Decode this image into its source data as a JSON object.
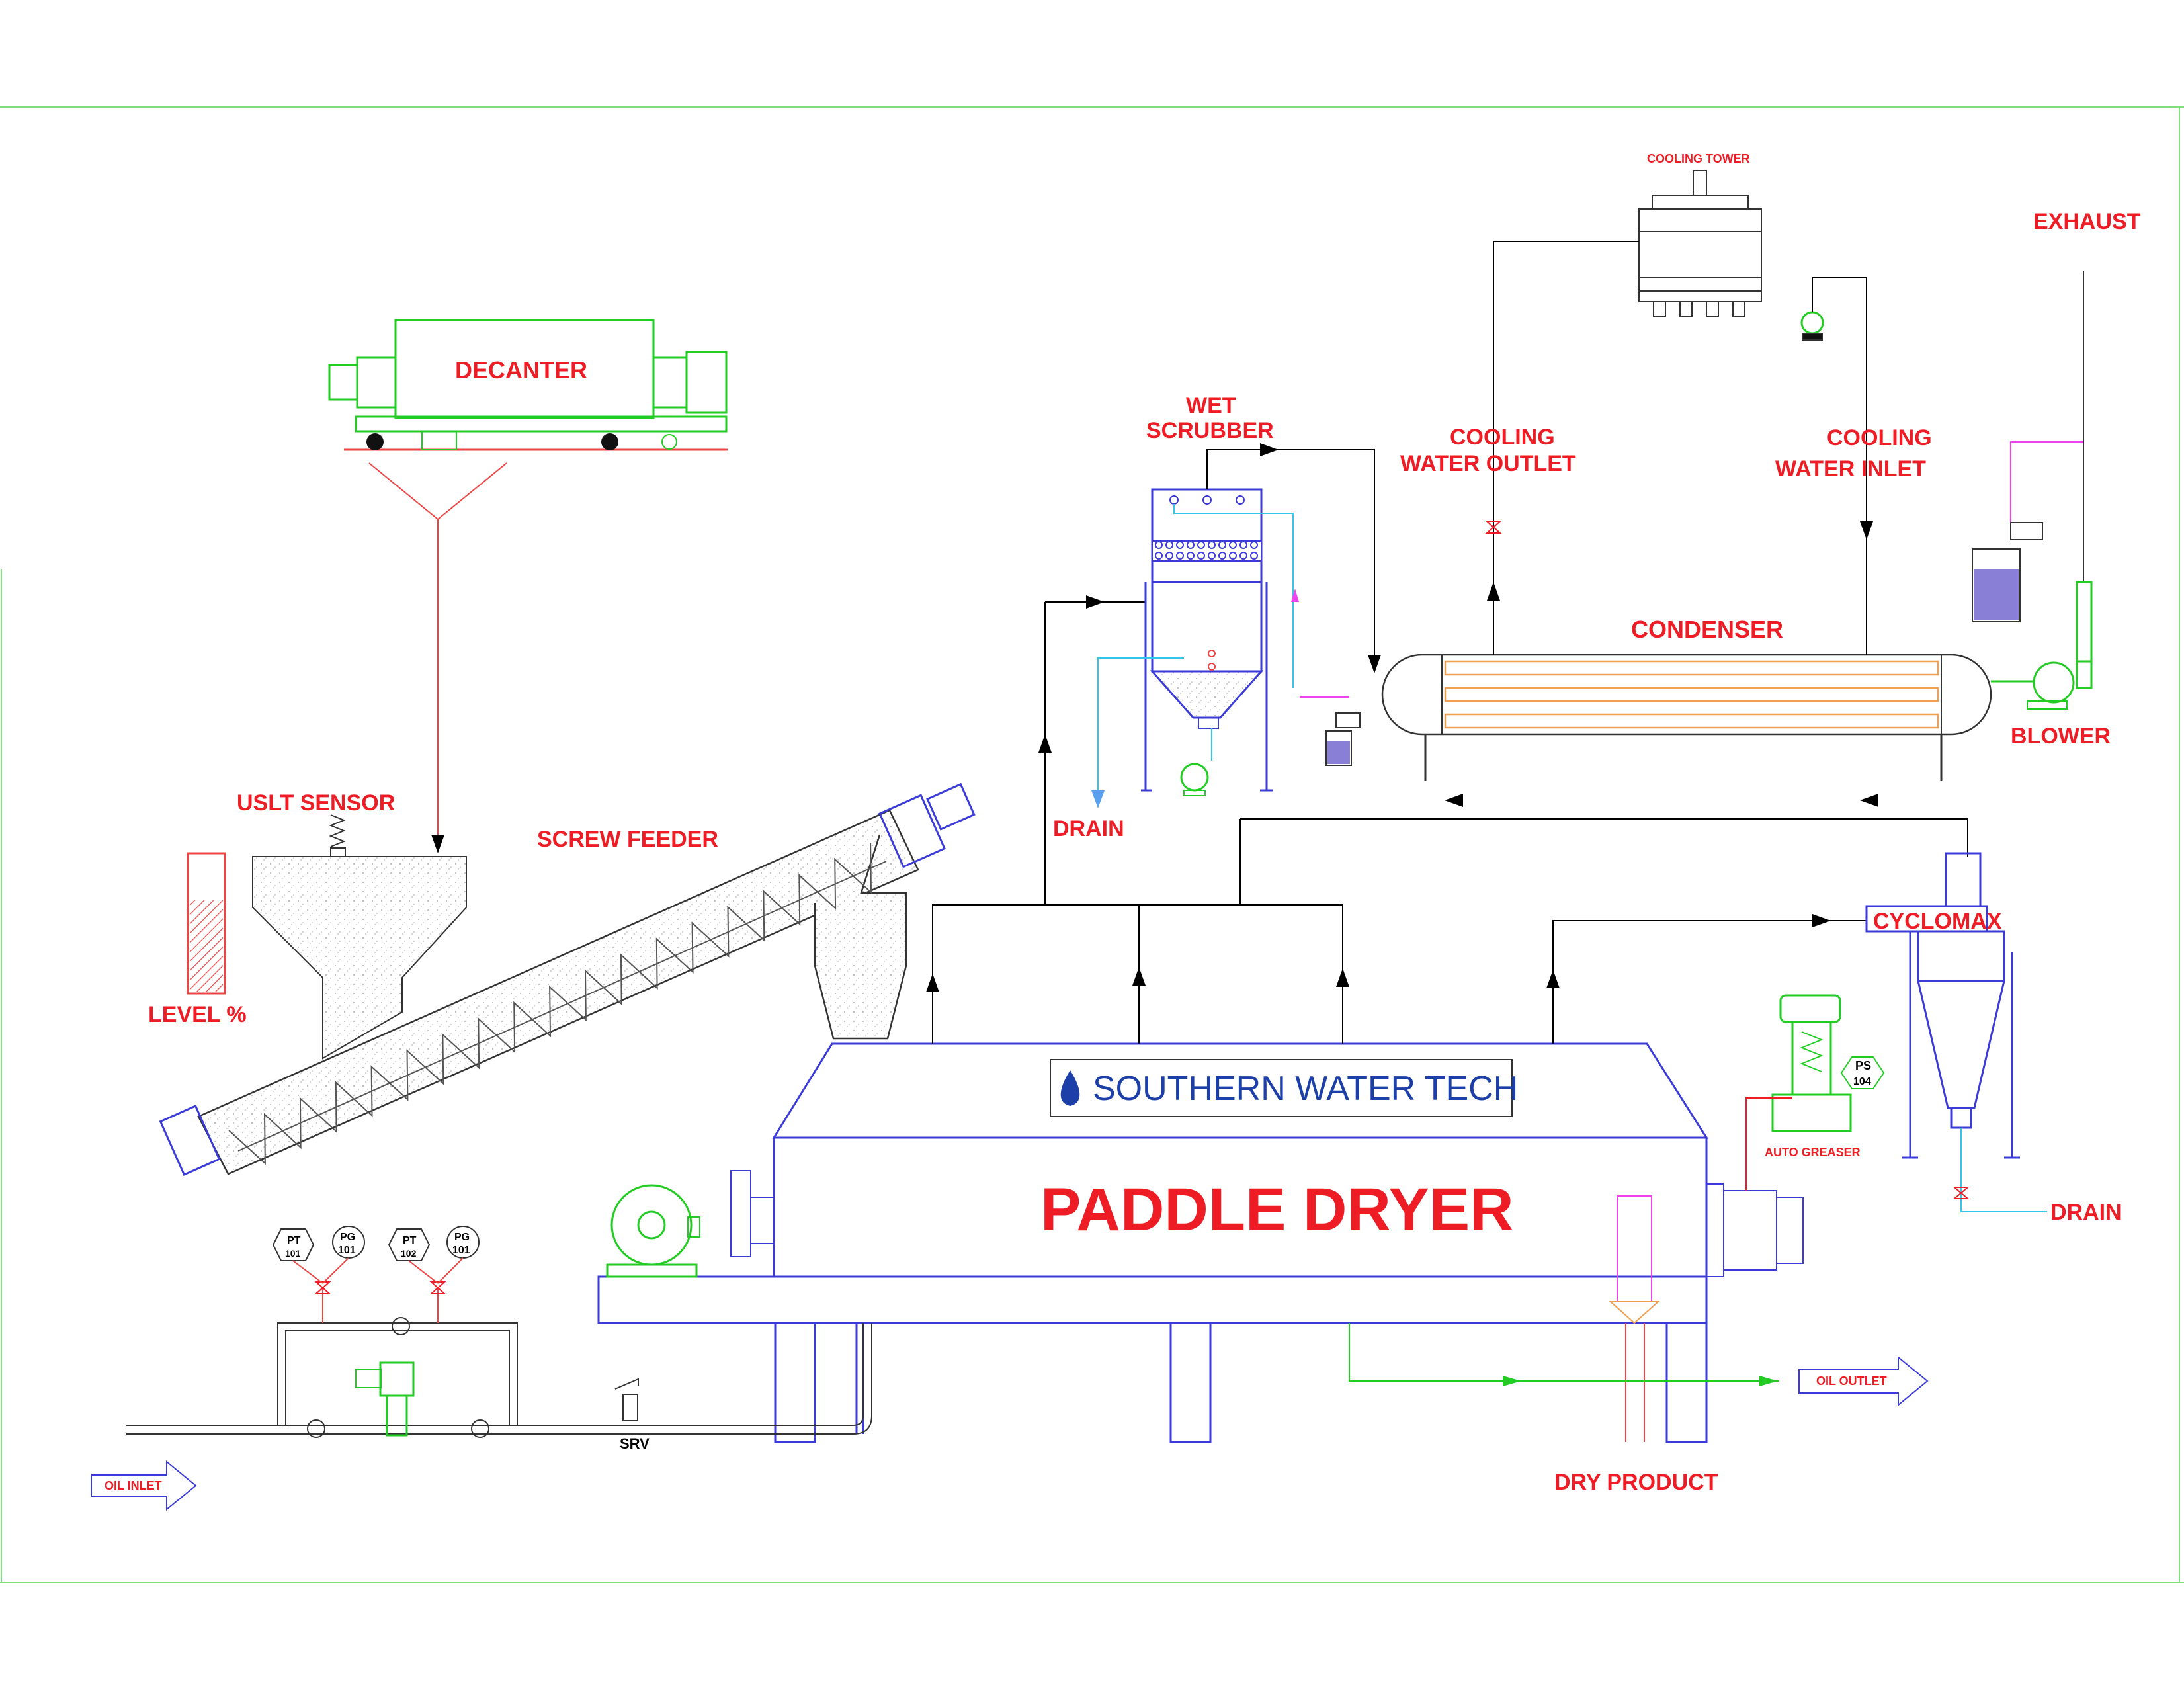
{
  "labels": {
    "decanter": "DECANTER",
    "uslt_sensor": "USLT SENSOR",
    "screw_feeder": "SCREW FEEDER",
    "level": "LEVEL %",
    "wet_scrubber_1": "WET",
    "wet_scrubber_2": "SCRUBBER",
    "drain_scrubber": "DRAIN",
    "cooling_tower": "COOLING TOWER",
    "cooling_water_outlet_1": "COOLING",
    "cooling_water_outlet_2": "WATER OUTLET",
    "cooling_water_inlet_1": "COOLING",
    "cooling_water_inlet_2": "WATER INLET",
    "exhaust": "EXHAUST",
    "condenser": "CONDENSER",
    "blower": "BLOWER",
    "cyclomax": "CYCLOMAX",
    "drain_cyclone": "DRAIN",
    "auto_greaser": "AUTO GREASER",
    "ps": "PS",
    "ps_num": "104",
    "paddle_dryer": "PADDLE DRYER",
    "brand": "SOUTHERN WATER TECH",
    "dry_product": "DRY PRODUCT",
    "oil_outlet": "OIL OUTLET",
    "oil_inlet": "OIL INLET",
    "srv": "SRV",
    "pt1": "PT",
    "pt1_num": "101",
    "pg1": "PG",
    "pg1_num": "101",
    "pt2": "PT",
    "pt2_num": "102",
    "pg2": "PG",
    "pg2_num": "101"
  },
  "colors": {
    "label_red": "#ee1c24",
    "frame_green": "#7ddf7d",
    "vessel_blue": "#3b3bd9",
    "pipe_black": "#000000",
    "feed_red": "#ee4444",
    "oil_green": "#22cc22",
    "condenser_tube": "#f0a050",
    "water_cyan": "#33c6e8",
    "tank_fill": "#8a7fd6"
  }
}
